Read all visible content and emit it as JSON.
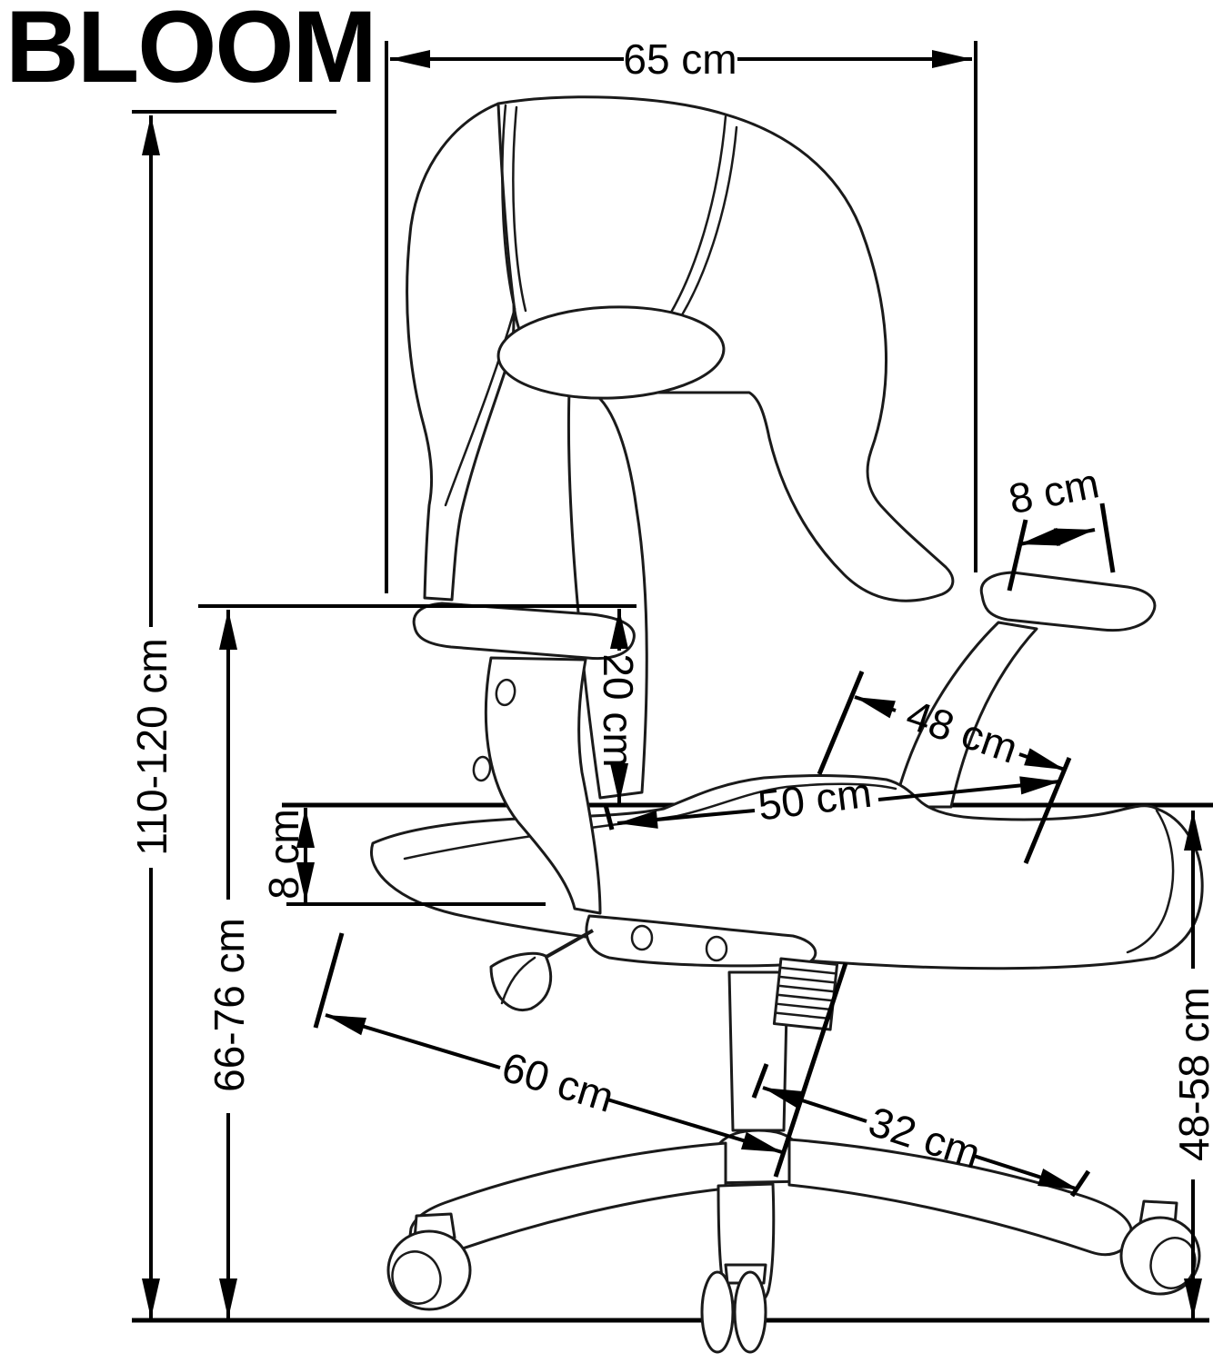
{
  "title": "BLOOM",
  "dimensions": {
    "width_top": "65 cm",
    "height_total": "110-120 cm",
    "height_armrest": "66-76 cm",
    "armrest_drop": "20 cm",
    "seat_thickness": "8 cm",
    "armrest_pad_width": "8 cm",
    "backrest_diag": "48 cm",
    "seat_depth": "50 cm",
    "base_diag": "60 cm",
    "hub_offset": "32 cm",
    "seat_height": "48-58 cm"
  },
  "colors": {
    "ink": "#000000",
    "paper": "#ffffff"
  }
}
